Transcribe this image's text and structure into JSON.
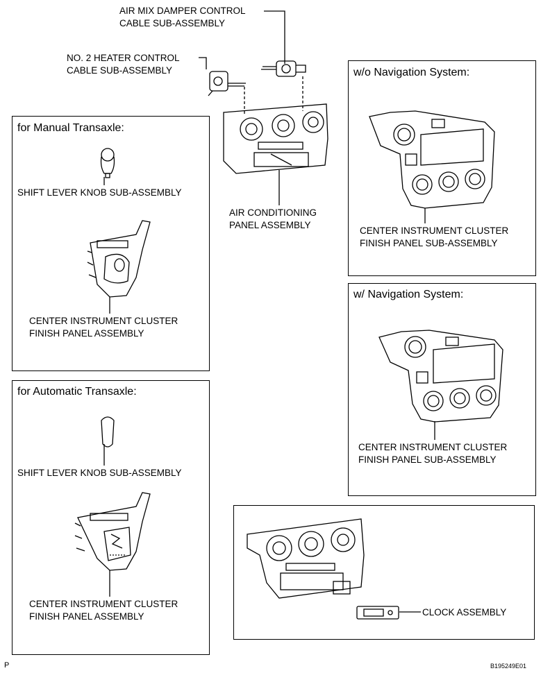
{
  "panels": {
    "manual": "for Manual Transaxle:",
    "automatic": "for Automatic Transaxle:",
    "wo_nav": "w/o Navigation System:",
    "w_nav": "w/ Navigation System:"
  },
  "labels": {
    "air_mix": [
      "AIR MIX DAMPER CONTROL",
      "CABLE SUB-ASSEMBLY"
    ],
    "heater": [
      "NO. 2 HEATER CONTROL",
      "CABLE SUB-ASSEMBLY"
    ],
    "ac_panel": [
      "AIR CONDITIONING",
      "PANEL ASSEMBLY"
    ],
    "knob_manual": "SHIFT LEVER KNOB SUB-ASSEMBLY",
    "cluster_manual": [
      "CENTER INSTRUMENT CLUSTER",
      "FINISH PANEL ASSEMBLY"
    ],
    "knob_auto": "SHIFT LEVER KNOB SUB-ASSEMBLY",
    "cluster_auto": [
      "CENTER INSTRUMENT CLUSTER",
      "FINISH PANEL ASSEMBLY"
    ],
    "finish_wo_nav": [
      "CENTER INSTRUMENT CLUSTER",
      "FINISH PANEL SUB-ASSEMBLY"
    ],
    "finish_w_nav": [
      "CENTER INSTRUMENT CLUSTER",
      "FINISH PANEL SUB-ASSEMBLY"
    ],
    "clock": "CLOCK ASSEMBLY"
  },
  "footer": {
    "left": "P",
    "right": "B195249E01"
  }
}
